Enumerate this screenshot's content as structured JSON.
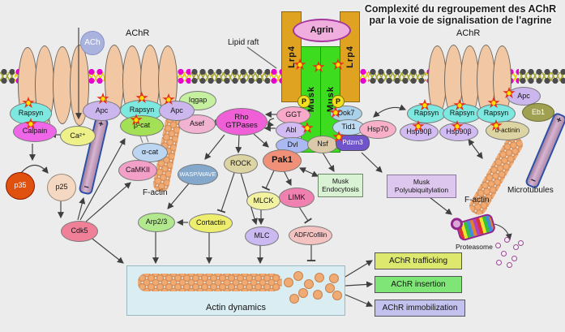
{
  "title": "Complexité du regroupement des AChR\npar la voie de signalisation de l'agrine",
  "labels": {
    "achr_left": "AChR",
    "achr_right": "AChR",
    "ach": "ACh",
    "lipid_raft": "Lipid raft",
    "f_actin_left": "F-actin",
    "f_actin_right": "F-actin",
    "microtubules": "Microtubules",
    "proteasome": "Proteasome",
    "actin_dynamics": "Actin dynamics",
    "plus": "+",
    "minus": "−",
    "phospho": "P"
  },
  "nodes": {
    "rapsyn": "Rapsyn",
    "calpain": "Calpain",
    "ca": "Ca²⁺",
    "apc": "Apc",
    "beta_cat": "β-cat",
    "alpha_cat": "α-cat",
    "camkii": "CaMKII",
    "iqgap": "Iqgap",
    "asef": "Asef",
    "p35": "p35",
    "p25": "p25",
    "cdk5": "Cdk5",
    "rho_gtpases": "Rho\nGTPases",
    "ggt": "GGT",
    "abl": "Abl",
    "dvl": "Dvl",
    "nsf": "Nsf",
    "rock": "ROCK",
    "pak1": "Pak1",
    "wasp_wave": "WASP/WAVE",
    "mlck": "MLCK",
    "limk": "LIMK",
    "mlc": "MLC",
    "adf_cofilin": "ADF/Cofilin",
    "cortactin": "Cortactin",
    "arp23": "Arp2/3",
    "agrin": "Agrin",
    "lrp4": "Lrp4",
    "musk": "Musk",
    "dok7": "Dok7",
    "tid1": "Tid1",
    "hsp70": "Hsp70",
    "pdzrn3": "Pdzrn3",
    "hsp90b": "Hsp90β",
    "eb1": "Eb1",
    "alpha_actinin": "α-actinin",
    "musk_endocytosis": "Musk\nEndocytosis",
    "musk_polyubiquitylation": "Musk\nPolyubiquitylation",
    "achr_trafficking": "AChR trafficking",
    "achr_insertion": "AChR insertion",
    "achr_immobilization": "AChR immobilization"
  },
  "colors": {
    "background": "#ececec",
    "star_red": "#e53117",
    "musk_green": "#3ddc1e",
    "lrp4_gold": "#dfa321",
    "membrane_raft_dot": "#e800d0",
    "membrane_outer_dot": "#4c4c4c",
    "receptor_fill": "#f2c7a3",
    "actin_bead": "#f0ab74",
    "microtubule_border": "#2e4fa3",
    "proteasome_purple": "#93268d"
  }
}
